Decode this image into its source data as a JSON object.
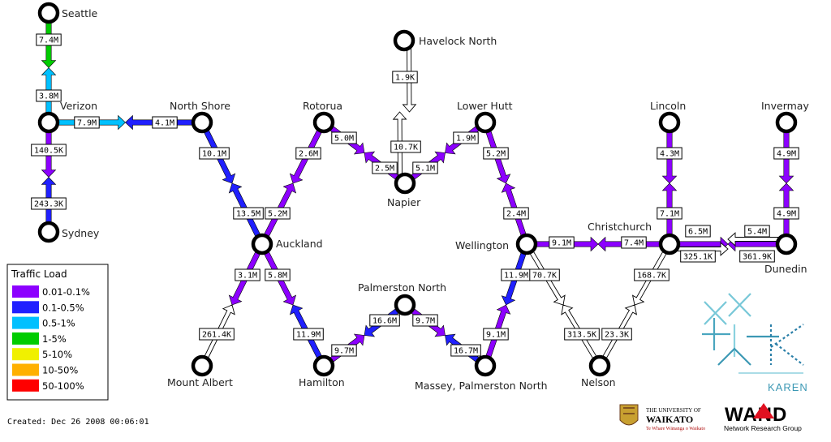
{
  "created": "Created: Dec 26 2008 00:06:01",
  "legend": {
    "title": "Traffic Load",
    "items": [
      {
        "label": "0.01-0.1%",
        "color": "#8c00ff"
      },
      {
        "label": "0.1-0.5%",
        "color": "#2020ff"
      },
      {
        "label": "0.5-1%",
        "color": "#00c0ff"
      },
      {
        "label": "1-5%",
        "color": "#00cc00"
      },
      {
        "label": "5-10%",
        "color": "#f0f000"
      },
      {
        "label": "10-50%",
        "color": "#ffb000"
      },
      {
        "label": "50-100%",
        "color": "#ff0000"
      }
    ]
  },
  "nodes": {
    "seattle": "Seattle",
    "verizon": "Verizon",
    "sydney": "Sydney",
    "northshore": "North Shore",
    "rotorua": "Rotorua",
    "havelock": "Havelock North",
    "napier": "Napier",
    "lowerhutt": "Lower Hutt",
    "lincoln": "Lincoln",
    "invermay": "Invermay",
    "auckland": "Auckland",
    "wellington": "Wellington",
    "christchurch": "Christchurch",
    "dunedin": "Dunedin",
    "palmerston": "Palmerston North",
    "mountalbert": "Mount Albert",
    "hamilton": "Hamilton",
    "massey": "Massey, Palmerston North",
    "nelson": "Nelson"
  },
  "links": [
    {
      "label": "7.4M",
      "color": "#00cc00"
    },
    {
      "label": "3.8M",
      "color": "#00c0ff"
    },
    {
      "label": "7.9M",
      "color": "#00c0ff"
    },
    {
      "label": "4.1M",
      "color": "#2020ff"
    },
    {
      "label": "140.5K",
      "color": "#8c00ff"
    },
    {
      "label": "243.3K",
      "color": "#2020ff"
    },
    {
      "label": "10.1M",
      "color": "#2020ff"
    },
    {
      "label": "13.5M",
      "color": "#2020ff"
    },
    {
      "label": "2.6M",
      "color": "#8c00ff"
    },
    {
      "label": "5.2M",
      "color": "#8c00ff"
    },
    {
      "label": "5.0M",
      "color": "#8c00ff"
    },
    {
      "label": "2.5M",
      "color": "#8c00ff"
    },
    {
      "label": "1.9K",
      "color": "#ffffff"
    },
    {
      "label": "10.7K",
      "color": "#ffffff"
    },
    {
      "label": "1.9M",
      "color": "#8c00ff"
    },
    {
      "label": "5.1M",
      "color": "#8c00ff"
    },
    {
      "label": "5.2M",
      "color": "#8c00ff"
    },
    {
      "label": "2.4M",
      "color": "#8c00ff"
    },
    {
      "label": "4.3M",
      "color": "#8c00ff"
    },
    {
      "label": "7.1M",
      "color": "#8c00ff"
    },
    {
      "label": "4.9M",
      "color": "#8c00ff"
    },
    {
      "label": "4.9M",
      "color": "#8c00ff"
    },
    {
      "label": "9.1M",
      "color": "#8c00ff"
    },
    {
      "label": "7.4M",
      "color": "#8c00ff"
    },
    {
      "label": "6.5M",
      "color": "#8c00ff"
    },
    {
      "label": "5.4M",
      "color": "#8c00ff"
    },
    {
      "label": "325.1K",
      "color": "#ffffff"
    },
    {
      "label": "361.9K",
      "color": "#ffffff"
    },
    {
      "label": "3.1M",
      "color": "#8c00ff"
    },
    {
      "label": "261.4K",
      "color": "#ffffff"
    },
    {
      "label": "5.8M",
      "color": "#8c00ff"
    },
    {
      "label": "11.9M",
      "color": "#2020ff"
    },
    {
      "label": "9.7M",
      "color": "#8c00ff"
    },
    {
      "label": "16.6M",
      "color": "#2020ff"
    },
    {
      "label": "9.7M",
      "color": "#8c00ff"
    },
    {
      "label": "16.7M",
      "color": "#2020ff"
    },
    {
      "label": "11.9M",
      "color": "#2020ff"
    },
    {
      "label": "9.1M",
      "color": "#8c00ff"
    },
    {
      "label": "70.7K",
      "color": "#ffffff"
    },
    {
      "label": "313.5K",
      "color": "#ffffff"
    },
    {
      "label": "168.7K",
      "color": "#ffffff"
    },
    {
      "label": "23.3K",
      "color": "#ffffff"
    }
  ],
  "logos": {
    "karen": "KAREN",
    "waikato_top": "THE UNIVERSITY OF",
    "waikato_name": "WAIKATO",
    "waikato_motto": "Te Whare Wānanga o Waikato",
    "wand": "WAND",
    "wand_sub": "Network Research Group"
  }
}
